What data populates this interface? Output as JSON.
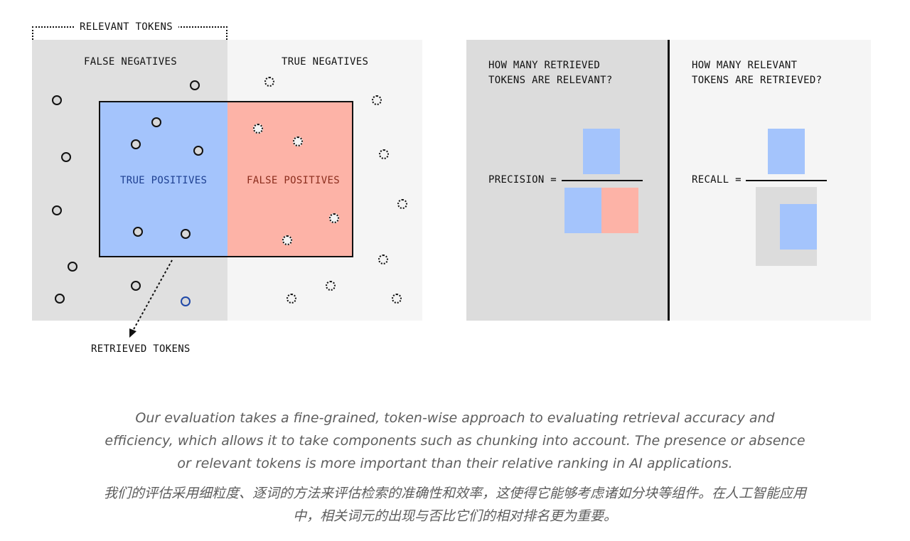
{
  "left_diagram": {
    "relevant_tokens_label": "RELEVANT TOKENS",
    "false_negatives_label": "FALSE NEGATIVES",
    "true_negatives_label": "TRUE NEGATIVES",
    "true_positives_label": "TRUE POSITIVES",
    "false_positives_label": "FALSE POSITIVES",
    "retrieved_tokens_label": "RETRIEVED TOKENS"
  },
  "precision_panel": {
    "question": "HOW MANY RETRIEVED\nTOKENS ARE RELEVANT?",
    "formula_label": "PRECISION ="
  },
  "recall_panel": {
    "question": "HOW MANY RELEVANT\nTOKENS ARE RETRIEVED?",
    "formula_label": "RECALL ="
  },
  "caption": {
    "english": "Our evaluation takes a fine-grained, token-wise approach to evaluating retrieval accuracy and efficiency, which allows it to take components such as chunking into account. The presence or absence or relevant tokens is more important than their relative ranking in AI applications.",
    "chinese": "我们的评估采用细粒度、逐词的方法来评估检索的准确性和效率，这使得它能够考虑诸如分块等组件。在人工智能应用中，相关词元的出现与否比它们的相对排名更为重要。"
  },
  "colors": {
    "true_positive_blue": "#a4c4fc",
    "false_positive_red": "#fdb3a7",
    "relevant_grey": "#e0e0e0",
    "non_relevant_light": "#f5f5f5",
    "tp_text": "#1d3f91",
    "fp_text": "#8b2d1d"
  }
}
